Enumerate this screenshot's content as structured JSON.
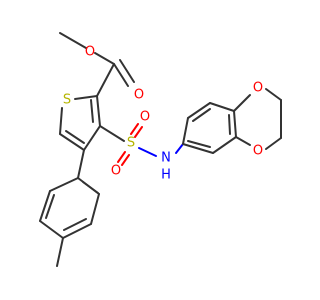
{
  "molecule": {
    "colors": {
      "bond": "#333333",
      "oxygen": "#ff0000",
      "sulfur": "#b5b500",
      "nitrogen": "#0000ff"
    },
    "atom_labels": {
      "s_ring": "S",
      "s_sulfonyl": "S",
      "o_carbonyl": "O",
      "o_ester": "O",
      "o_sulfonyl_1": "O",
      "o_sulfonyl_2": "O",
      "n_amide": "N",
      "h_amide": "H",
      "o_dioxane_top": "O",
      "o_dioxane_bottom": "O"
    }
  }
}
